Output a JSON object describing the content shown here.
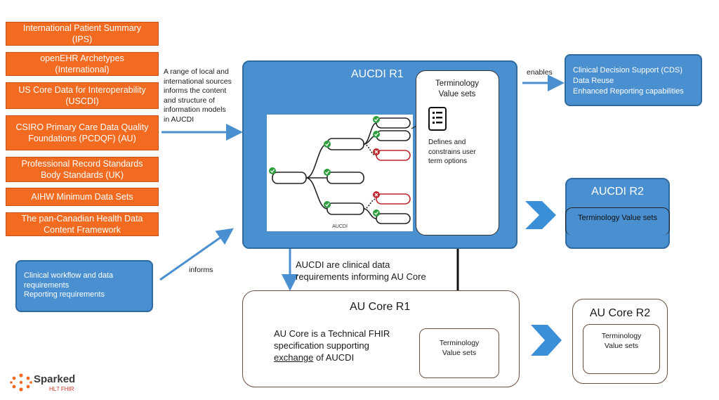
{
  "sources": [
    "International Patient Summary\n(IPS)",
    "openEHR Archetypes\n(International)",
    "US Core Data for Interoperability\n(USCDI)",
    "CSIRO Primary Care Data Quality\nFoundations (PCDQF) (AU)",
    "Professional Record Standards\nBody Standards (UK)",
    "AIHW Minimum Data Sets",
    "The pan-Canadian Health Data\nContent Framework"
  ],
  "sources_note": "A range of local and\ninternational sources\ninforms the content\nand structure of\ninformation models\nin AUCDI",
  "workflow_box": "Clinical workflow and data\nrequirements\nReporting requirements",
  "informs_label": "informs",
  "aucdi_r1": {
    "title": "AUCDI R1",
    "diagram_caption": "AUCDI",
    "terminology_title": "Terminology\nValue sets",
    "terminology_desc": "Defines and\nconstrains user\nterm options"
  },
  "enables_label": "enables",
  "cds_box": "Clinical Decision Support (CDS)\nData Reuse\nEnhanced Reporting capabilities",
  "aucdi_r2": {
    "title": "AUCDI R2",
    "inner": "Terminology Value sets"
  },
  "aucdi_to_core_label": "AUCDI are clinical data\nrequirements informing AU Core",
  "au_core_r1": {
    "title": "AU Core R1",
    "desc_line1": "AU Core is a Technical FHIR\nspecification supporting",
    "desc_underlined": "exchange",
    "desc_tail": " of AUCDI",
    "terminology": "Terminology\nValue sets"
  },
  "au_core_r2": {
    "title": "AU Core R2",
    "terminology": "Terminology\nValue sets"
  },
  "logo": {
    "name": "Sparked",
    "sub": "HL7 FHIR"
  },
  "colors": {
    "orange": "#f26b21",
    "blue": "#4a90d0",
    "arrow": "#4a90d0",
    "chevron": "#3b8fd6"
  }
}
